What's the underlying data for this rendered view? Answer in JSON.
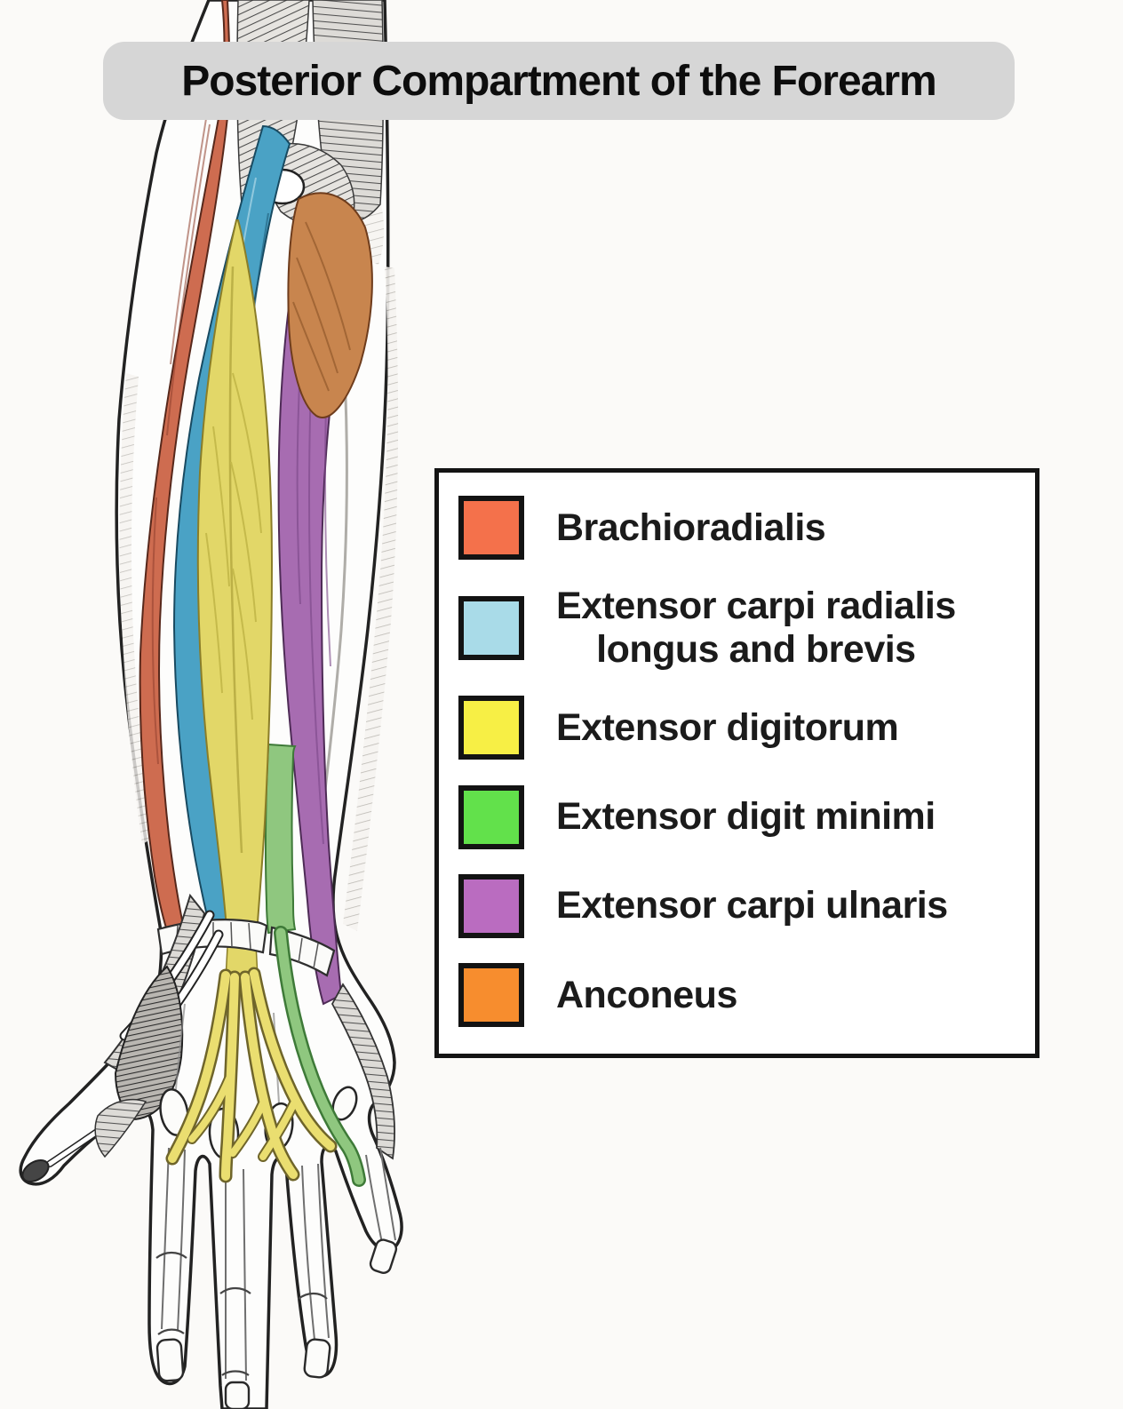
{
  "title": {
    "text": "Posterior Compartment of the Forearm"
  },
  "legend": {
    "items": [
      {
        "id": "brachioradialis",
        "label": "Brachioradialis",
        "label2": "",
        "color": "#F4714B"
      },
      {
        "id": "extensor-carpi-radialis",
        "label": "Extensor carpi radialis",
        "label2": "longus and brevis",
        "color": "#A9DBE8"
      },
      {
        "id": "extensor-digitorum",
        "label": "Extensor digitorum",
        "label2": "",
        "color": "#F7EF45"
      },
      {
        "id": "extensor-digit-minimi",
        "label": "Extensor digit minimi",
        "label2": "",
        "color": "#62E14B"
      },
      {
        "id": "extensor-carpi-ulnaris",
        "label": "Extensor carpi ulnaris",
        "label2": "",
        "color": "#BA6CC0"
      },
      {
        "id": "anconeus",
        "label": "Anconeus",
        "label2": "",
        "color": "#F78D2E"
      }
    ]
  },
  "illustration": {
    "subject": "Posterior view of right forearm and hand with superficial extensor muscles highlighted",
    "colors": {
      "brachioradialis": "#CE6C50",
      "extensor_carpi_radialis": "#4AA2C5",
      "extensor_digitorum": "#E2D768",
      "extensor_digit_minimi": "#8FC77F",
      "extensor_carpi_ulnaris": "#A76CB1",
      "anconeus": "#C8854E"
    }
  },
  "theme": {
    "page_bg": "#FBFAF8",
    "banner_bg": "#D6D6D6",
    "banner_text": "#0D0D0D",
    "legend_bg": "#FFFFFF",
    "legend_border": "#141414",
    "legend_text": "#1B1B1B",
    "outline": "#222222"
  }
}
